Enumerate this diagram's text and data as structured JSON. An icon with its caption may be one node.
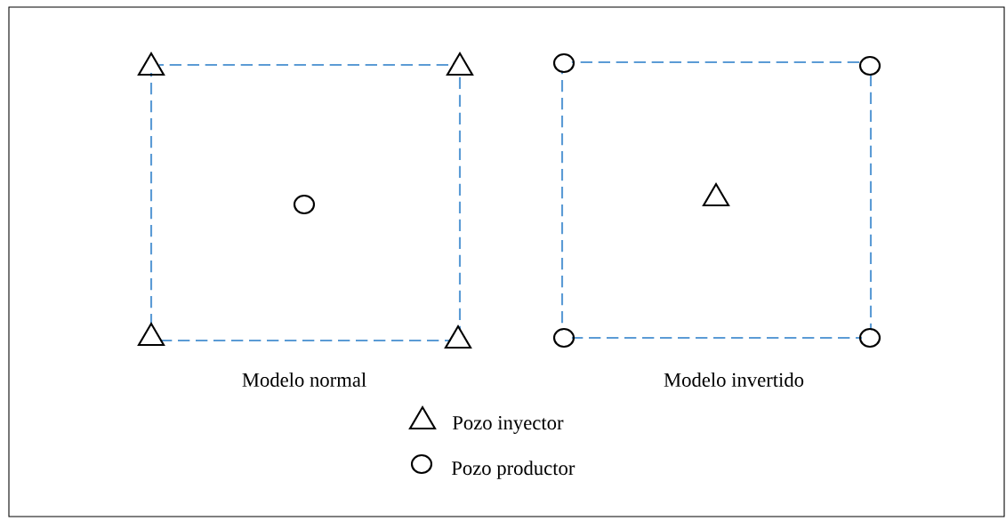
{
  "diagram": {
    "labels": [
      "Modelo normal",
      "Modelo invertido"
    ],
    "legend": [
      {
        "text": "Pozo inyector"
      },
      {
        "text": "Pozo productor"
      }
    ]
  }
}
